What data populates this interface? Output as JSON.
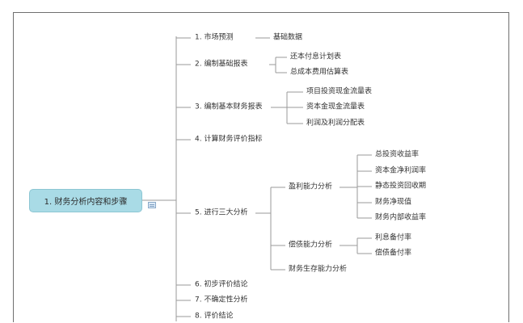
{
  "root": {
    "label": "1. 财务分析内容和步骤"
  },
  "branches": [
    {
      "label": "1. 市场预测",
      "children": [
        {
          "label": "基础数据"
        }
      ]
    },
    {
      "label": "2. 编制基础报表",
      "children": [
        {
          "label": "还本付息计划表"
        },
        {
          "label": "总成本费用估算表"
        }
      ]
    },
    {
      "label": "3. 编制基本财务报表",
      "children": [
        {
          "label": "项目投资现金流量表"
        },
        {
          "label": "资本金现金流量表"
        },
        {
          "label": "利润及利润分配表"
        }
      ]
    },
    {
      "label": "4. 计算财务评价指标",
      "children": []
    },
    {
      "label": "5. 进行三大分析",
      "children": [
        {
          "label": "盈利能力分析",
          "children": [
            {
              "label": "总投资收益率"
            },
            {
              "label": "资本金净利润率"
            },
            {
              "label": "静态投资回收期"
            },
            {
              "label": "财务净现值"
            },
            {
              "label": "财务内部收益率"
            }
          ]
        },
        {
          "label": "偿债能力分析",
          "children": [
            {
              "label": "利息备付率"
            },
            {
              "label": "偿债备付率"
            }
          ]
        },
        {
          "label": "财务生存能力分析",
          "children": []
        }
      ]
    },
    {
      "label": "6. 初步评价结论",
      "children": []
    },
    {
      "label": "7. 不确定性分析",
      "children": []
    },
    {
      "label": "8. 评价结论",
      "children": []
    }
  ]
}
